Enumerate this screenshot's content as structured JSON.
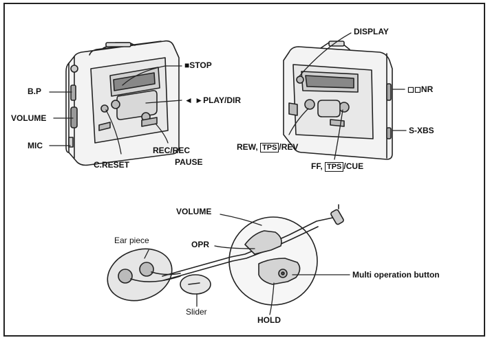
{
  "labels": {
    "stop": "■STOP",
    "play_dir": "◄ ►PLAY/DIR",
    "bp": "B.P",
    "volume_unit": "VOLUME",
    "mic": "MIC",
    "rec_pause_1": "REC/REC",
    "rec_pause_2": "PAUSE",
    "c_reset": "C.RESET",
    "display": "DISPLAY",
    "dnr": "◻◻NR",
    "s_xbs": "S-XBS",
    "rew_prefix": "REW, ",
    "tps": "TPS",
    "rew_suffix": "/REV",
    "ff_prefix": "FF, ",
    "ff_suffix": "/CUE",
    "volume_remote": "VOLUME",
    "ear_piece": "Ear piece",
    "opr": "OPR",
    "multi_op": "Multi operation button",
    "slider": "Slider",
    "hold": "HOLD"
  }
}
